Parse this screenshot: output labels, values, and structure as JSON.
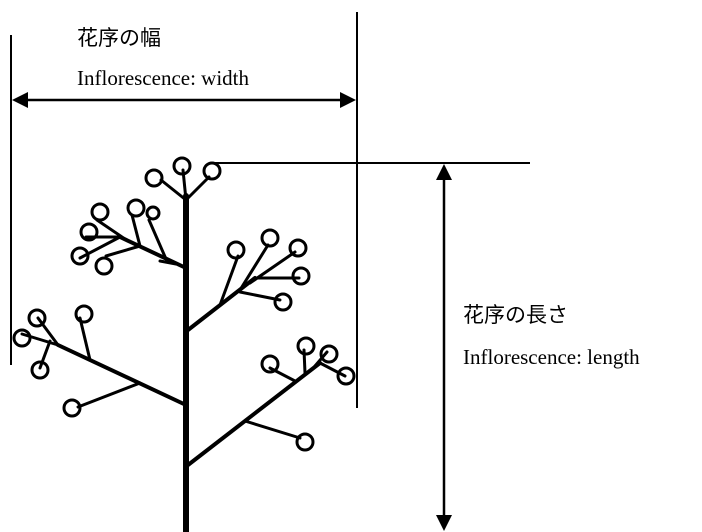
{
  "width_label": {
    "jp": "花序の幅",
    "en": "Inflorescence: width"
  },
  "length_label": {
    "jp": "花序の長さ",
    "en": "Inflorescence: length"
  },
  "colors": {
    "ink": "#000000",
    "background": "#ffffff"
  }
}
